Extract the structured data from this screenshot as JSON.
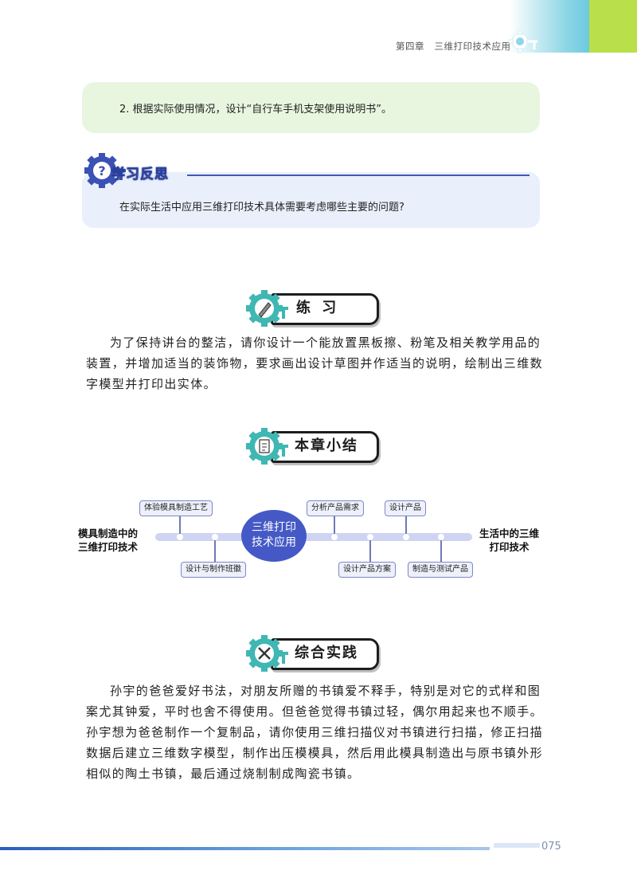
{
  "header": {
    "chapter": "第四章",
    "chapter_title": "三维打印技术应用",
    "colors": {
      "accent_green": "#b9e04a",
      "accent_cyan": "#6ccadf"
    }
  },
  "task": {
    "text": "2. 根据实际使用情况，设计“自行车手机支架使用说明书”。"
  },
  "reflection": {
    "title": "学习反思",
    "icon": "question-gear-icon",
    "question": "在实际生活中应用三维打印技术具体需要考虑哪些主要的问题?"
  },
  "exercise": {
    "title": "练   习",
    "icon": "pencil-gear-icon",
    "text": "为了保持讲台的整洁，请你设计一个能放置黑板擦、粉笔及相关教学用品的装置，并增加适当的装饰物，要求画出设计草图并作适当的说明，绘制出三维数字模型并打印出实体。"
  },
  "summary": {
    "title": "本章小结",
    "icon": "notebook-gear-icon",
    "diagram": {
      "center": [
        "三维打印",
        "技术应用"
      ],
      "left_label": [
        "模具制造中的",
        "三维打印技术"
      ],
      "right_label": [
        "生活中的三维",
        "打印技术"
      ],
      "nodes": [
        "体验模具制造工艺",
        "设计与制作班徽",
        "分析产品需求",
        "设计产品",
        "设计产品方案",
        "制造与测试产品"
      ],
      "colors": {
        "hub": "#4559c6",
        "axis": "#cfd4f2",
        "node_border": "#7e86c9"
      }
    }
  },
  "practice": {
    "title": "综合实践",
    "icon": "tools-gear-icon",
    "text": "孙宇的爸爸爱好书法，对朋友所赠的书镇爱不释手，特别是对它的式样和图案尤其钟爱，平时也舍不得使用。但爸爸觉得书镇过轻，偶尔用起来也不顺手。孙宇想为爸爸制作一个复制品，请你使用三维扫描仪对书镇进行扫描，修正扫描数据后建立三维数字模型，制作出压模模具，然后用此模具制造出与原书镇外形相似的陶土书镇，最后通过烧制制成陶瓷书镇。"
  },
  "footer": {
    "page_number": "075"
  }
}
